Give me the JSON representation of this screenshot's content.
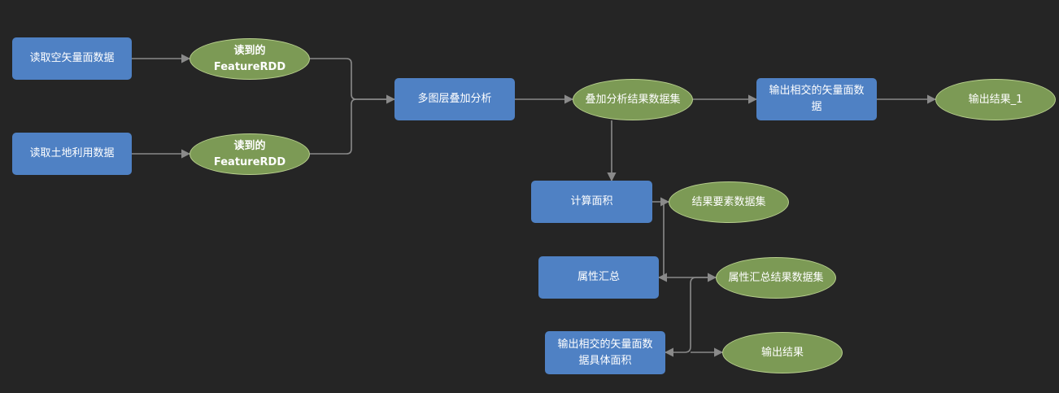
{
  "nodes": {
    "read_vacant": "读取空矢量面数据",
    "read_land": "读取土地利用数据",
    "feature_rdd_1": "读到的FeatureRDD",
    "feature_rdd_2": "读到的FeatureRDD",
    "overlay_analysis": "多图层叠加分析",
    "overlay_result": "叠加分析结果数据集",
    "output_intersect": "输出相交的矢量面数据",
    "output_result_1": "输出结果_1",
    "calc_area": "计算面积",
    "result_features": "结果要素数据集",
    "attr_summary": "属性汇总",
    "attr_summary_result": "属性汇总结果数据集",
    "output_intersect_area": "输出相交的矢量面数据具体面积",
    "output_result": "输出结果"
  },
  "colors": {
    "background": "#252525",
    "process_fill": "#4f81c4",
    "data_fill": "#7c9a55",
    "data_border": "#b8cf8e",
    "edge": "#8a8a8a"
  }
}
